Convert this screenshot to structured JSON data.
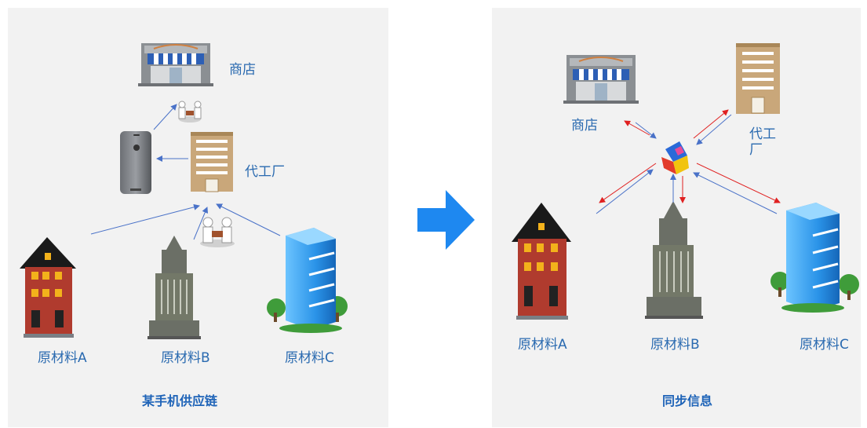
{
  "supply_chain": {
    "title": "某手机供应链",
    "store_label": "商店",
    "factory_label": "代工厂",
    "material_a_label": "原材料A",
    "material_b_label": "原材料B",
    "material_c_label": "原材料C"
  },
  "sync": {
    "title": "同步信息",
    "store_label": "商店",
    "factory_label_line1": "代工",
    "factory_label_line2": "厂",
    "material_a_label": "原材料A",
    "material_b_label": "原材料B",
    "material_c_label": "原材料C"
  },
  "colors": {
    "panel_bg": "#f2f2f2",
    "label_blue": "#2a6ab0",
    "arrow_blue": "#1e88f0",
    "flow_blue": "#4a72c8",
    "flow_red": "#e02020"
  },
  "icons": [
    "store-icon",
    "factory-icon",
    "smartphone-icon",
    "handshake-icon",
    "house-icon",
    "skyscraper-icon",
    "office-tower-icon",
    "tree-icon",
    "big-right-arrow-icon",
    "hub-cube-icon"
  ]
}
